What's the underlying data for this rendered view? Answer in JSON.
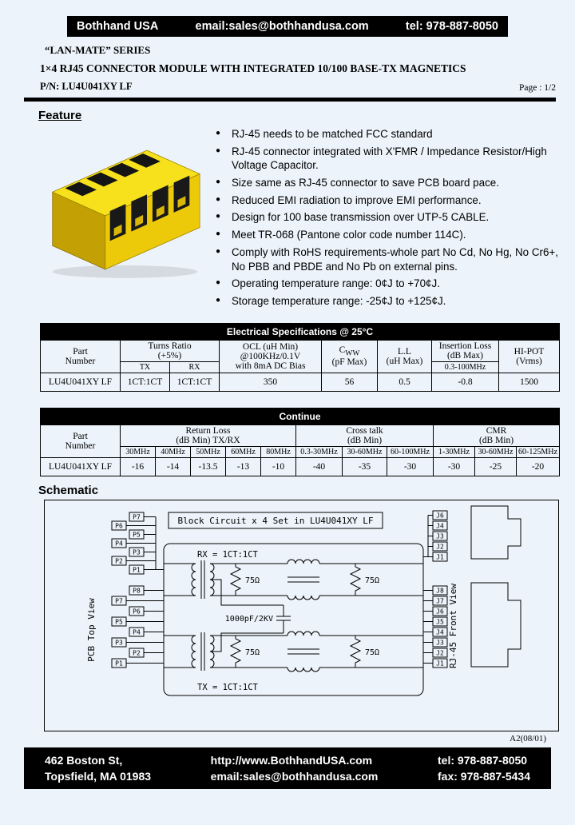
{
  "colors": {
    "page_bg": "#ecf3fa",
    "bar_black": "#000000",
    "connector_yellow": "#f2d41c"
  },
  "header_bar": {
    "company": "Bothhand USA",
    "email": "email:sales@bothhandusa.com",
    "tel": "tel: 978-887-8050"
  },
  "title_block": {
    "series": "“LAN-MATE” SERIES",
    "title": "1×4 RJ45 CONNECTOR MODULE WITH INTEGRATED 10/100 BASE-TX MAGNETICS",
    "part_number": "P/N: LU4U041XY LF",
    "page_label": "Page : 1/2"
  },
  "feature": {
    "heading": "Feature",
    "bullets": [
      "RJ-45 needs to be matched FCC standard",
      "RJ-45 connector integrated with X'FMR / Impedance Resistor/High Voltage Capacitor.",
      "Size same as RJ-45 connector to save PCB board pace.",
      "Reduced EMI radiation to improve EMI performance.",
      "Design for 100 base transmission over UTP-5 CABLE.",
      "Meet TR-068 (Pantone color code number 114C).",
      "Comply with RoHS requirements-whole part No Cd, No Hg, No Cr6+, No PBB and PBDE and No Pb on external pins.",
      "Operating temperature range: 0¢J to +70¢J.",
      "Storage temperature range: -25¢J to +125¢J."
    ]
  },
  "spec_table": {
    "title": "Electrical Specifications @ 25°C",
    "headers": {
      "part_number": "Part\nNumber",
      "turns_ratio": "Turns Ratio\n(+5%)",
      "tx": "TX",
      "rx": "RX",
      "ocl": "OCL (uH Min)\n@100KHz/0.1V\nwith 8mA DC Bias",
      "cww_main": "C",
      "cww_sub": "WW",
      "cww_unit": "(pF Max)",
      "ll": "L.L\n(uH Max)",
      "insertion_loss": "Insertion Loss\n(dB Max)",
      "insertion_loss_range": "0.3-100MHz",
      "hipot": "HI-POT\n(Vrms)"
    },
    "row": [
      "LU4U041XY  LF",
      "1CT:1CT",
      "1CT:1CT",
      "350",
      "56",
      "0.5",
      "-0.8",
      "1500"
    ]
  },
  "continue_table": {
    "title": "Continue",
    "headers": {
      "part_number": "Part\nNumber",
      "return_loss": "Return Loss\n(dB Min) TX/RX",
      "cross_talk": "Cross talk\n(dB Min)",
      "cmr": "CMR\n(dB Min)"
    },
    "freqs": [
      "30MHz",
      "40MHz",
      "50MHz",
      "60MHz",
      "80MHz",
      "0.3-30MHz",
      "30-60MHz",
      "60-100MHz",
      "1-30MHz",
      "30-60MHz",
      "60-125MHz"
    ],
    "row": [
      "LU4U041XY  LF",
      "-16",
      "-14",
      "-13.5",
      "-13",
      "-10",
      "-40",
      "-35",
      "-30",
      "-30",
      "-25",
      "-20"
    ]
  },
  "schematic": {
    "heading": "Schematic",
    "block_title": "Block Circuit  x 4 Set in LU4U041XY LF",
    "rx_label": "RX = 1CT:1CT",
    "tx_label": "TX = 1CT:1CT",
    "resistor_label": "75Ω",
    "cap_label": "1000pF/2KV",
    "left_view_label": "PCB Top View",
    "right_view_label": "RJ-45 Front View",
    "left_pins_top": [
      "P7",
      "P6",
      "P5",
      "P4",
      "P3",
      "P2",
      "P1"
    ],
    "left_pins_bottom": [
      "P8",
      "P7",
      "P6",
      "P5",
      "P4",
      "P3",
      "P2",
      "P1"
    ],
    "right_pins_top": [
      "J6",
      "J4",
      "J3",
      "J2",
      "J1"
    ],
    "right_pins_bottom": [
      "J8",
      "J7",
      "J6",
      "J5",
      "J4",
      "J3",
      "J2",
      "J1"
    ]
  },
  "footer": {
    "revision": "A2(08/01)",
    "address_line1": "462 Boston St,",
    "address_line2": "Topsfield, MA 01983",
    "url": "http://www.BothhandUSA.com",
    "email": "email:sales@bothhandusa.com",
    "tel": "tel: 978-887-8050",
    "fax": "fax: 978-887-5434"
  }
}
